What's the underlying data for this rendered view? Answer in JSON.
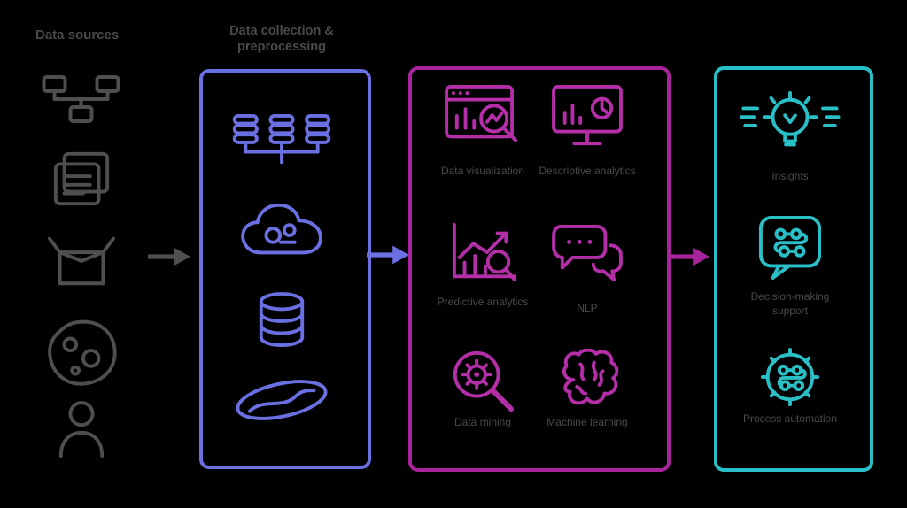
{
  "diagram": {
    "background": "#000000",
    "label_color": "#4a4a4a",
    "stages": {
      "sources": {
        "title": "Data sources",
        "color": "#4f4f4f",
        "icons": [
          "network-nodes-icon",
          "documents-icon",
          "open-box-icon",
          "data-blob-icon",
          "person-icon"
        ]
      },
      "collection": {
        "title_line1": "Data collection &",
        "title_line2": "preprocessing",
        "color": "#6a6fe2",
        "icons": [
          "linked-databases-icon",
          "cloud-storage-icon",
          "database-icon",
          "data-lake-icon"
        ]
      },
      "analytics": {
        "color": "#a8249c",
        "items": [
          {
            "icon": "browser-search-icon",
            "label": "Data visualization"
          },
          {
            "icon": "dashboard-monitor-icon",
            "label": "Descriptive analytics"
          },
          {
            "icon": "predictive-chart-icon",
            "label": "Predictive analytics"
          },
          {
            "icon": "chat-bubbles-icon",
            "label": "NLP"
          },
          {
            "icon": "magnifier-gear-icon",
            "label": "Data mining"
          },
          {
            "icon": "neural-brain-icon",
            "label": "Machine learning"
          }
        ]
      },
      "outcomes": {
        "color": "#28bfc6",
        "items": [
          {
            "icon": "lightbulb-rays-icon",
            "label": "Insights"
          },
          {
            "icon": "speech-circuit-icon",
            "label": "Decision-making support"
          },
          {
            "icon": "gear-circuit-icon",
            "label": "Process automation"
          }
        ]
      }
    },
    "arrows": [
      {
        "name": "sources-to-collection-arrow",
        "color": "#4f4f4f"
      },
      {
        "name": "collection-to-analytics-arrow",
        "color": "#6a6fe2"
      },
      {
        "name": "analytics-to-outcomes-arrow",
        "color": "#a8249c"
      }
    ]
  }
}
